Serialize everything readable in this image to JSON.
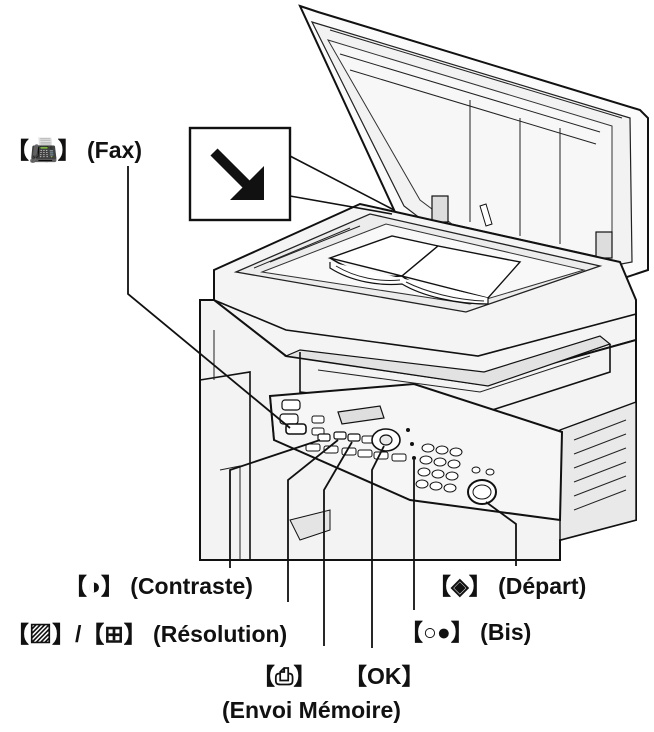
{
  "labels": {
    "fax": "【📠】 (Fax)",
    "contrast": "【◑】 (Contraste)",
    "resolution": "【▨】/【⊞】 (Résolution)",
    "memory_send_key": "【⎙】",
    "ok": "【OK】",
    "memory_send": "(Envoi Mémoire)",
    "start": "【◈】 (Départ)",
    "redial": "【○●】 (Bis)"
  },
  "icons": {
    "glass_arrow": "diagonal-down-right-arrow-icon"
  }
}
